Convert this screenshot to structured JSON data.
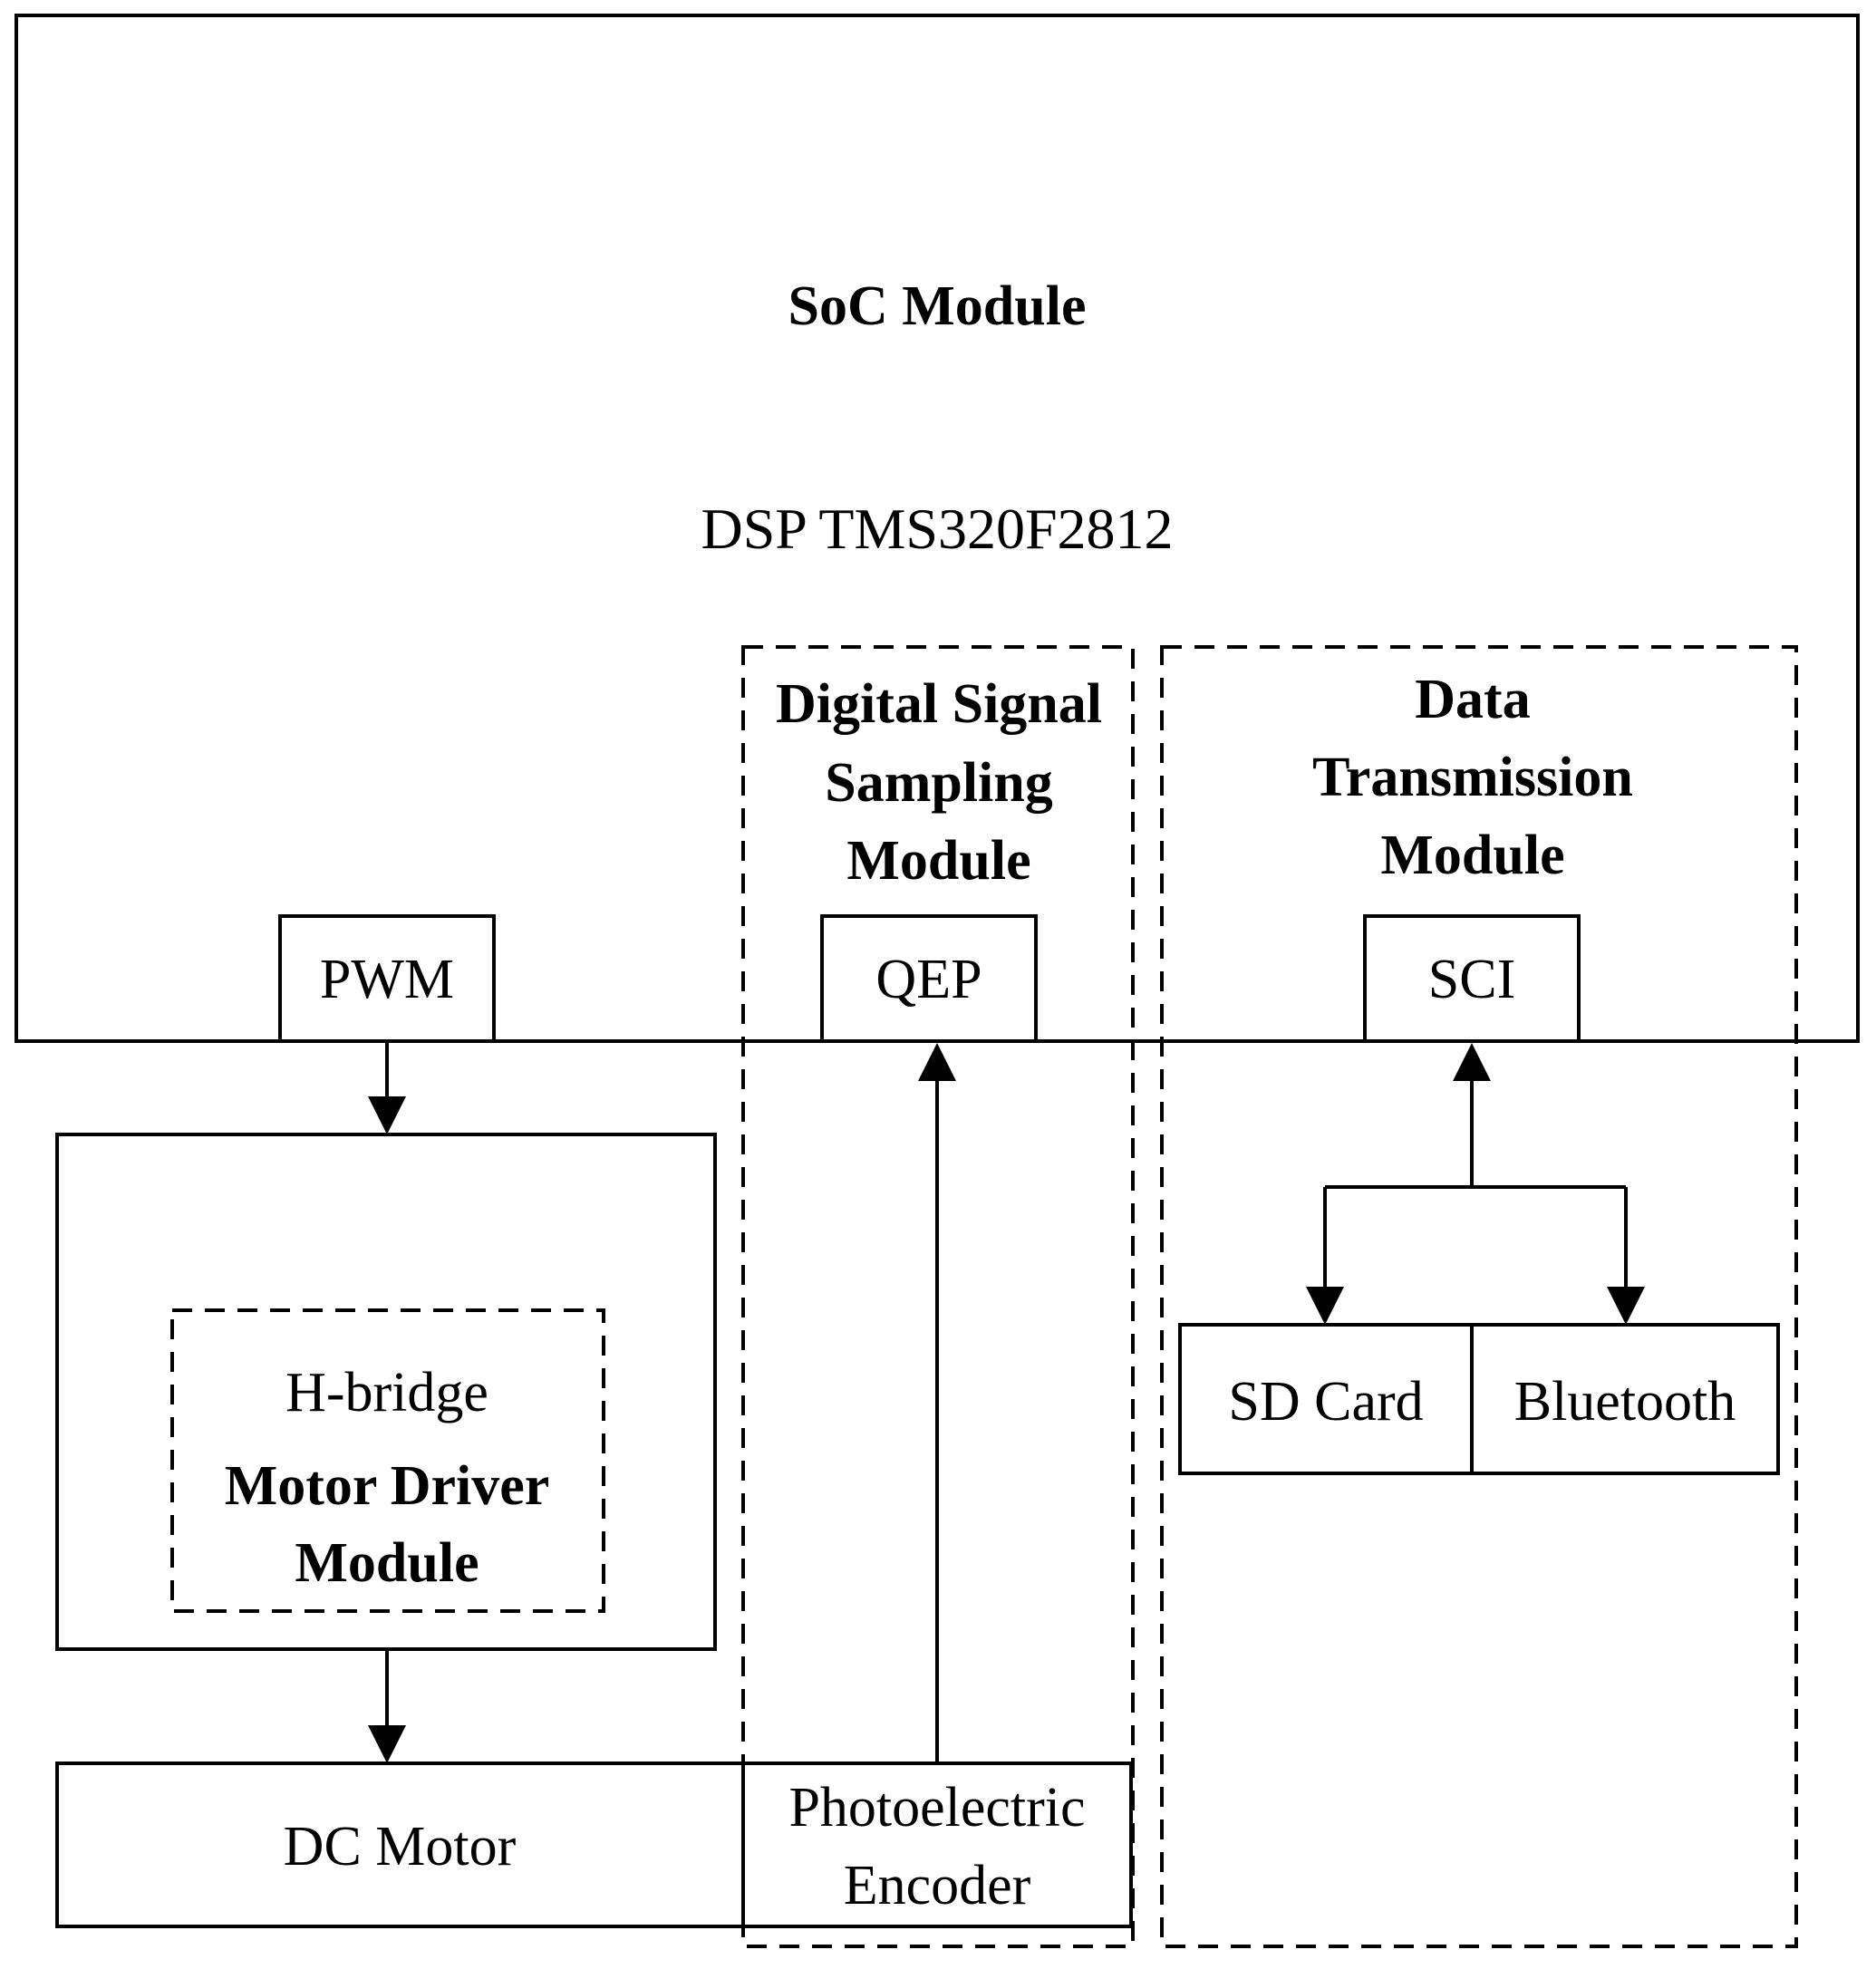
{
  "soc": {
    "title": "SoC Module",
    "chip": "DSP TMS320F2812"
  },
  "sampling": {
    "title_lines": [
      "Digital Signal",
      "Sampling",
      "Module"
    ],
    "qep": "QEP",
    "encoder_lines": [
      "Photoelectric",
      "Encoder"
    ]
  },
  "transmission": {
    "title_lines": [
      "Data",
      "Transmission",
      "Module"
    ],
    "sci": "SCI",
    "sd_card": "SD Card",
    "bluetooth": "Bluetooth"
  },
  "driver": {
    "pwm": "PWM",
    "hbridge": "H-bridge",
    "title_lines": [
      "Motor Driver",
      "Module"
    ],
    "motor": "DC Motor"
  }
}
